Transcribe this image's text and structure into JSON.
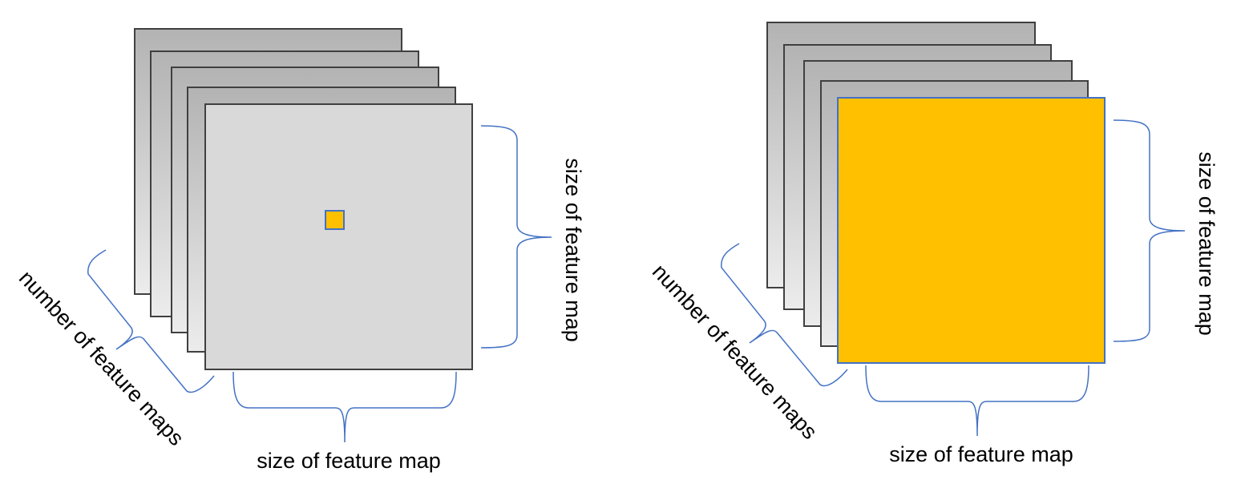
{
  "colors": {
    "stroke": "#404040",
    "gradient_top": "#b3b3b3",
    "gradient_bottom": "#ececec",
    "front_panel": "#d9d9d9",
    "highlight": "#ffc000",
    "highlight_border": "#4472c4",
    "brace": "#4472c4"
  },
  "left_diagram": {
    "label_depth": "number of feature maps",
    "label_height": "size of feature map",
    "label_width": "size of feature map"
  },
  "right_diagram": {
    "label_depth": "number of feature maps",
    "label_height": "size of feature map",
    "label_width": "size of feature map"
  }
}
